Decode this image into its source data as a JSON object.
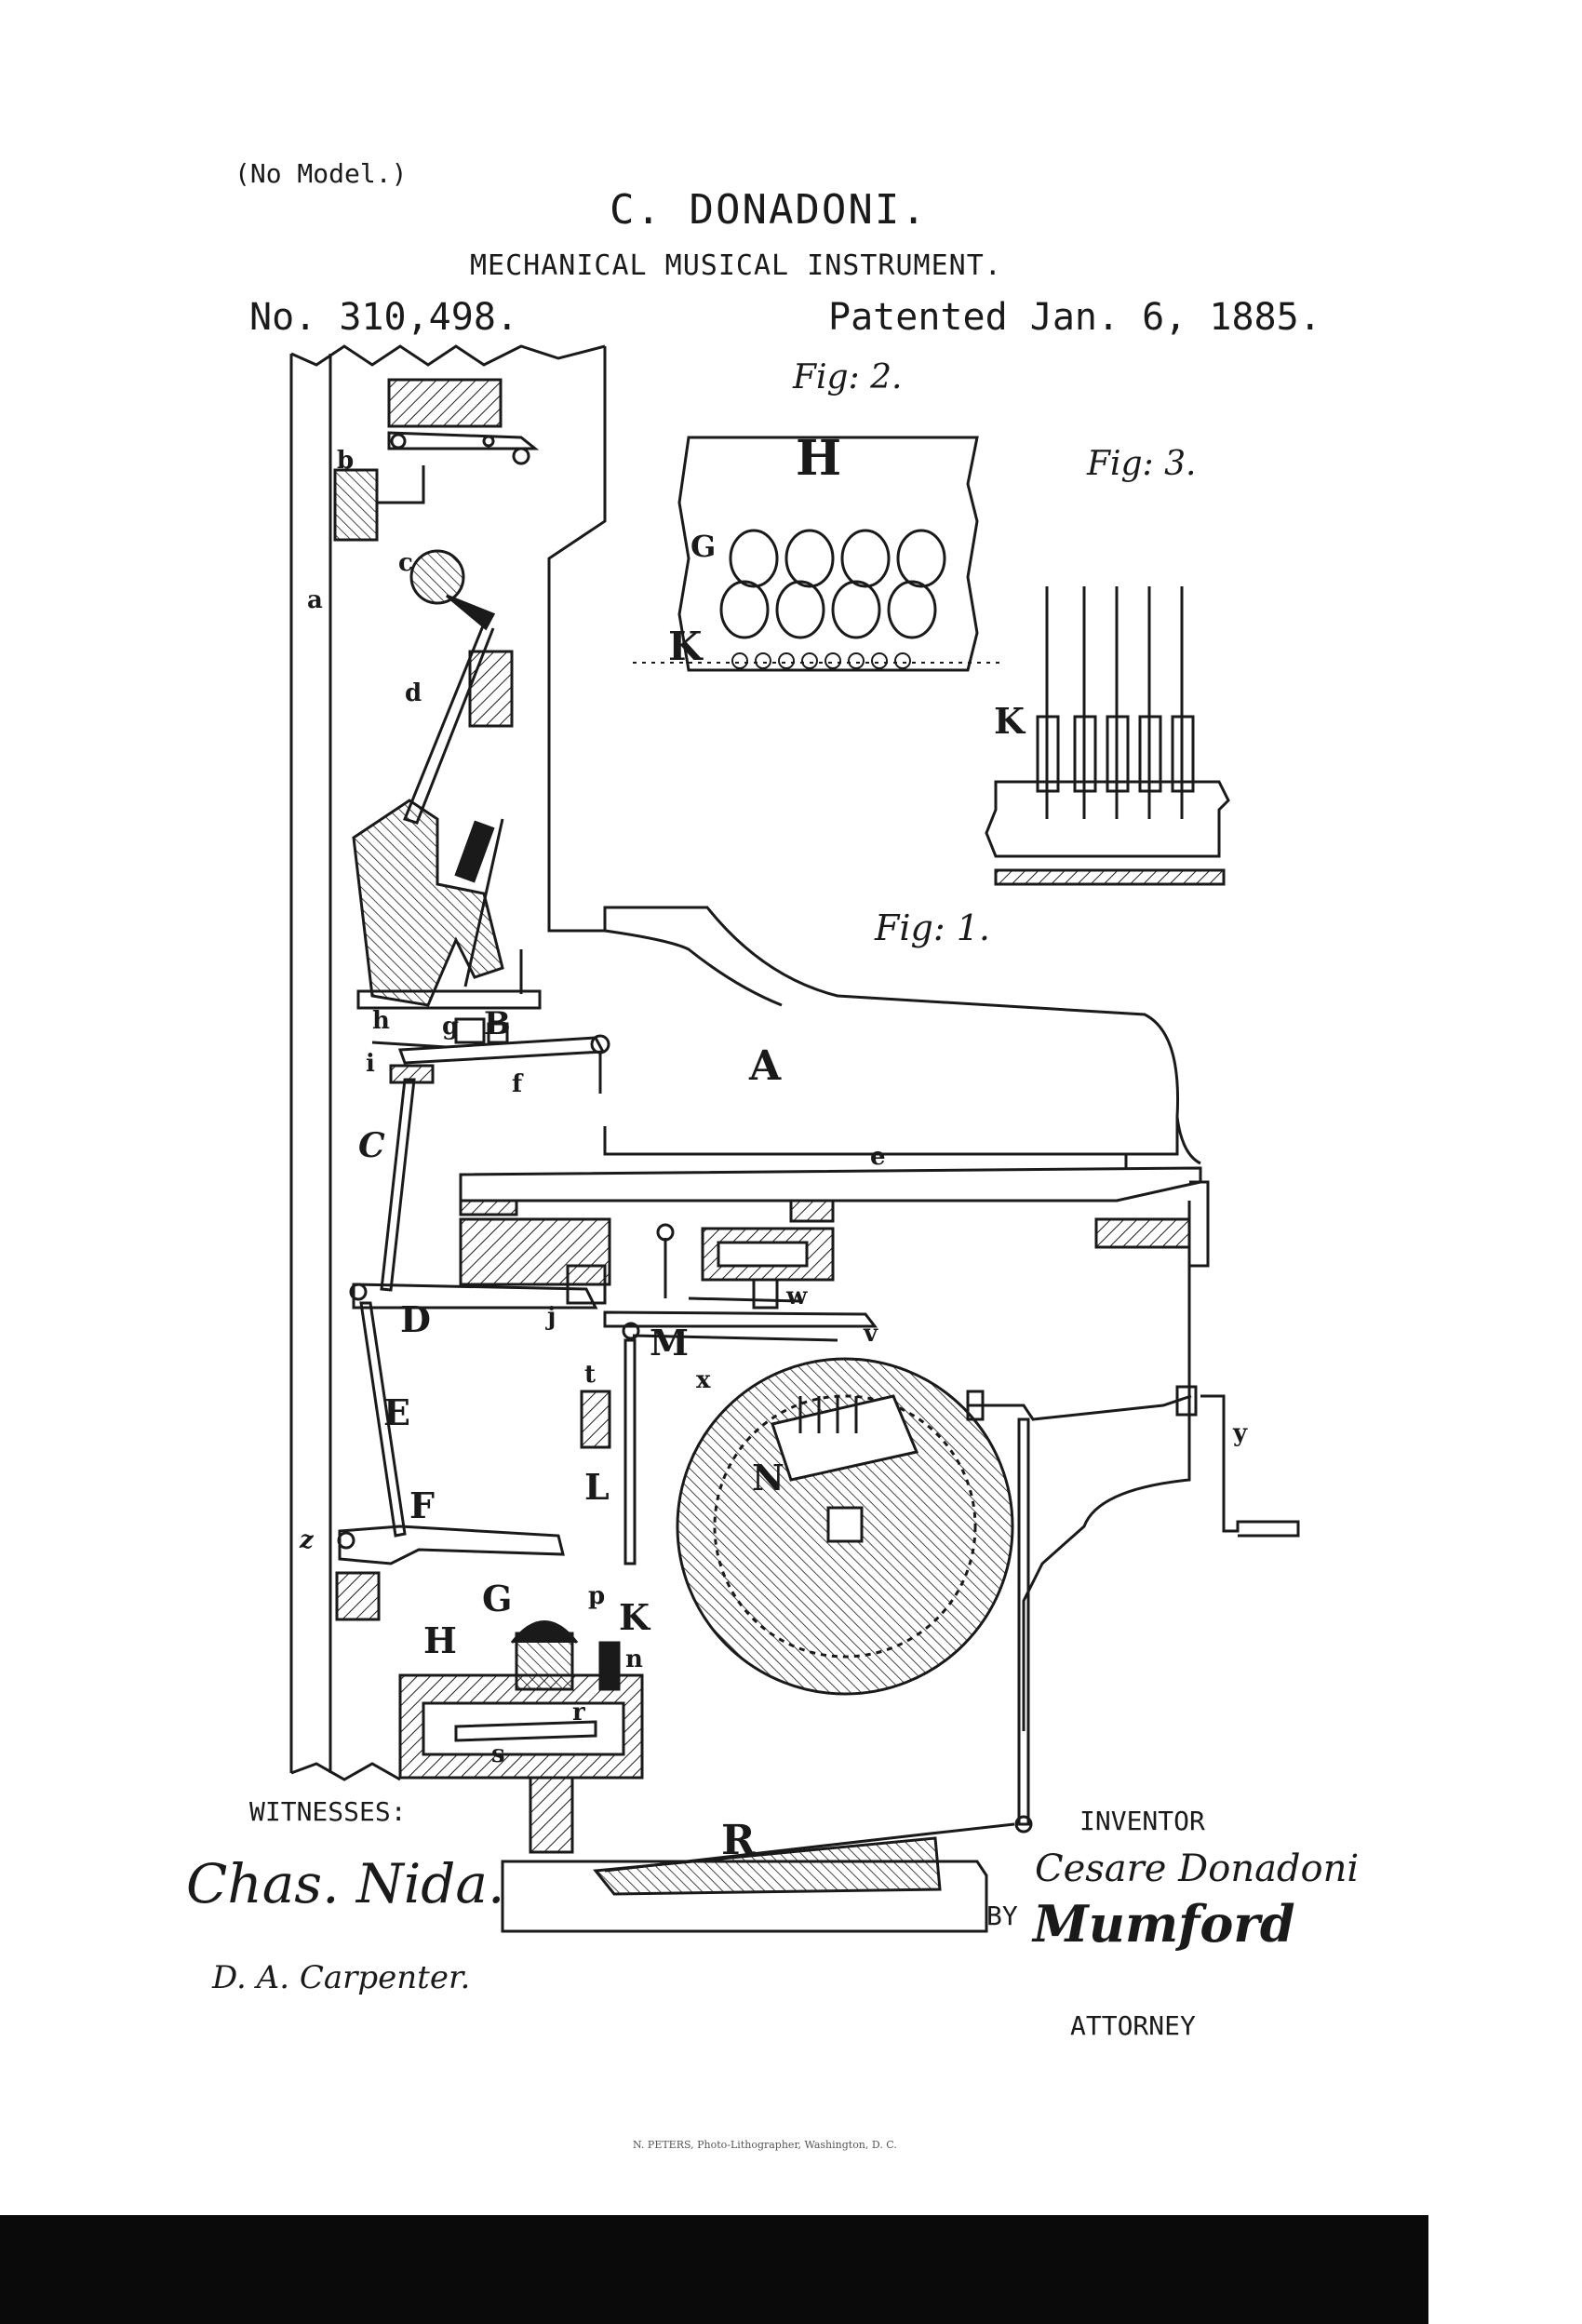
{
  "header": {
    "no_model": "(No Model.)",
    "inventor": "C. DONADONI.",
    "title": "MECHANICAL MUSICAL INSTRUMENT.",
    "patent_no": "No. 310,498.",
    "patent_date": "Patented Jan. 6, 1885."
  },
  "figures": {
    "fig1": "Fig: 1.",
    "fig2": "Fig: 2.",
    "fig3": "Fig: 3."
  },
  "labels": {
    "A": "A",
    "B": "B",
    "C": "C",
    "D": "D",
    "E": "E",
    "F": "F",
    "G": "G",
    "H": "H",
    "K": "K",
    "L": "L",
    "M": "M",
    "N": "N",
    "R": "R",
    "a": "a",
    "b": "b",
    "c": "c",
    "d": "d",
    "e": "e",
    "f": "f",
    "g": "g",
    "h": "h",
    "i": "i",
    "j": "j",
    "n": "n",
    "p": "p",
    "r": "r",
    "s": "s",
    "t": "t",
    "v": "v",
    "w": "w",
    "x": "x",
    "y": "y",
    "z": "z",
    "fig2_H": "H",
    "fig2_G": "G",
    "fig2_K": "K",
    "fig3_K": "K"
  },
  "footer": {
    "witnesses": "WITNESSES:",
    "witness1": "Chas. Nida.",
    "witness2": "D. A. Carpenter.",
    "inventor_label": "INVENTOR",
    "inventor_signature": "Cesare Donadoni",
    "by_label": "BY",
    "attorney_signature": "Mumford",
    "attorney_label": "ATTORNEY",
    "imprint": "N. PETERS, Photo-Lithographer, Washington, D. C."
  },
  "colors": {
    "ink": "#1a1a1a",
    "paper": "#ffffff",
    "bar": "#0a0a0a"
  }
}
